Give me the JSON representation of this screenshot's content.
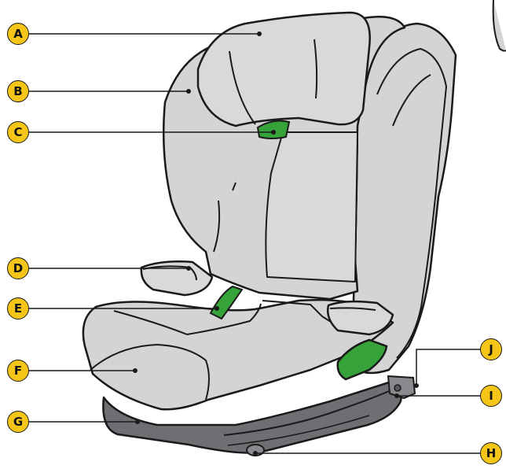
{
  "colors": {
    "marker_fill": "#f5c518",
    "seat_fabric": "#d4d4d6",
    "seat_fabric_shade": "#c3c3c6",
    "adjust_handle": "#35a33a",
    "base_shell": "#6f6f73",
    "outline": "#1a1a1a"
  },
  "callouts": [
    {
      "id": "A",
      "label": "A"
    },
    {
      "id": "B",
      "label": "B"
    },
    {
      "id": "C",
      "label": "C"
    },
    {
      "id": "D",
      "label": "D"
    },
    {
      "id": "E",
      "label": "E"
    },
    {
      "id": "F",
      "label": "F"
    },
    {
      "id": "G",
      "label": "G"
    },
    {
      "id": "H",
      "label": "H"
    },
    {
      "id": "I",
      "label": "I"
    },
    {
      "id": "J",
      "label": "J"
    }
  ]
}
